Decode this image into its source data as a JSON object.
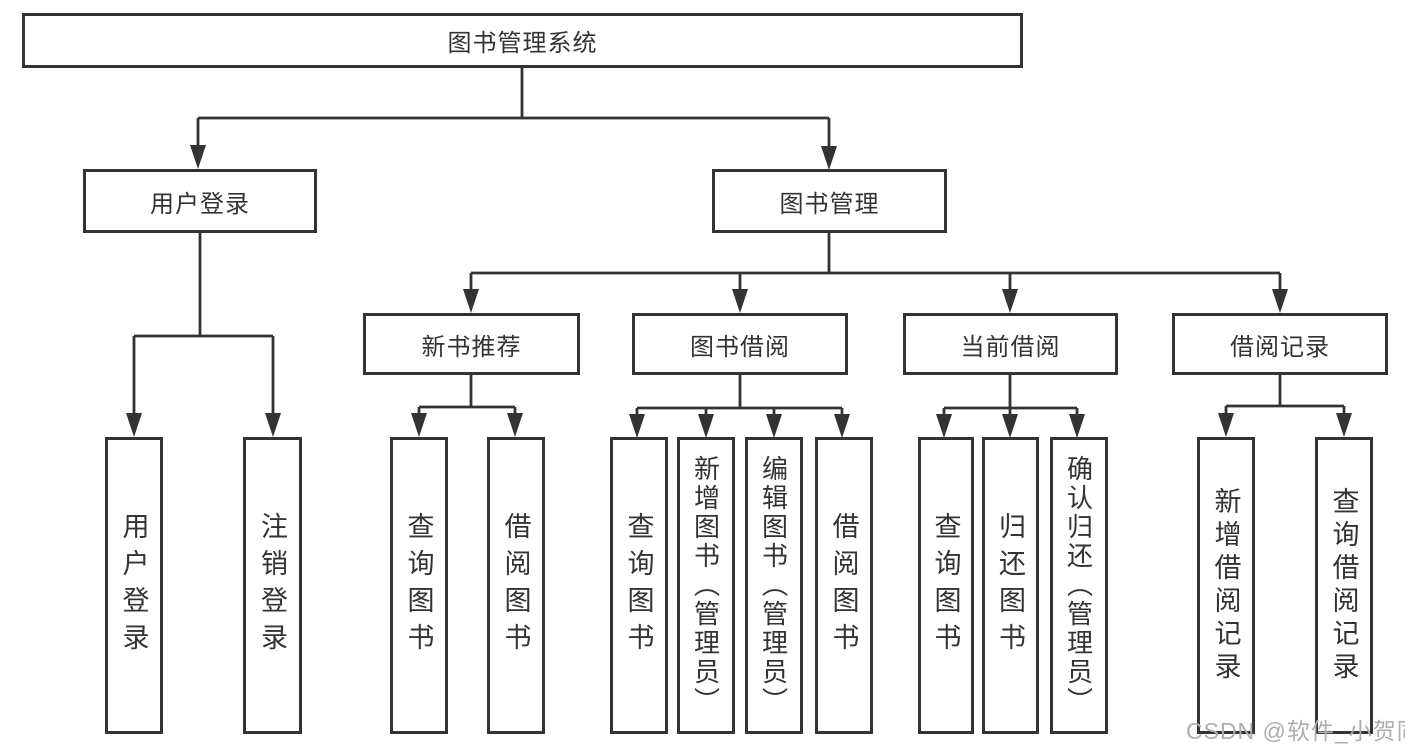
{
  "diagram": {
    "root": {
      "label": "图书管理系统"
    },
    "level2": [
      {
        "label": "用户登录"
      },
      {
        "label": "图书管理"
      }
    ],
    "level3": [
      {
        "label": "新书推荐",
        "parent": "图书管理"
      },
      {
        "label": "图书借阅",
        "parent": "图书管理"
      },
      {
        "label": "当前借阅",
        "parent": "图书管理"
      },
      {
        "label": "借阅记录",
        "parent": "图书管理"
      }
    ],
    "leaves": [
      {
        "label": "用户登录",
        "parent": "用户登录"
      },
      {
        "label": "注销登录",
        "parent": "用户登录"
      },
      {
        "label": "查询图书",
        "parent": "新书推荐"
      },
      {
        "label": "借阅图书",
        "parent": "新书推荐"
      },
      {
        "label": "查询图书",
        "parent": "图书借阅"
      },
      {
        "label": "新增图书（管理员）",
        "parent": "图书借阅"
      },
      {
        "label": "编辑图书（管理员）",
        "parent": "图书借阅"
      },
      {
        "label": "借阅图书",
        "parent": "图书借阅"
      },
      {
        "label": "查询图书",
        "parent": "当前借阅"
      },
      {
        "label": "归还图书",
        "parent": "当前借阅"
      },
      {
        "label": "确认归还（管理员）",
        "parent": "当前借阅"
      },
      {
        "label": "新增借阅记录",
        "parent": "借阅记录"
      },
      {
        "label": "查询借阅记录",
        "parent": "借阅记录"
      }
    ]
  },
  "watermark": "CSDN @软件_小贺同学",
  "colors": {
    "line": "#333333",
    "box_border": "#333333",
    "text": "#333333",
    "watermark": "#aeaeae",
    "background": "#ffffff"
  }
}
